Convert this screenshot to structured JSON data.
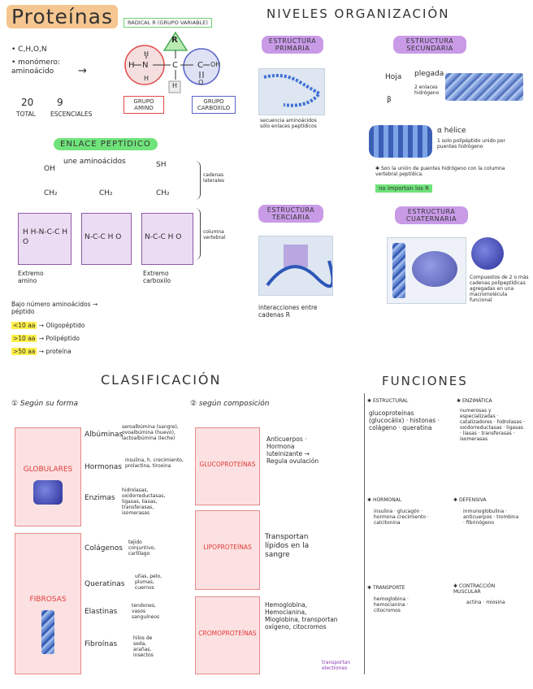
{
  "header": {
    "title": "Proteínas"
  },
  "intro": {
    "elements": "C,H,O,N",
    "monomer_bullet": "monómero: aminoácido",
    "total_number": "20",
    "total_label": "TOTAL",
    "essential_number": "9",
    "essential_label": "ESCENCIALES"
  },
  "aa_diagram": {
    "radical_label": "RADICAL R (GRUPO VARIABLE)",
    "r": "R",
    "h": "H",
    "n": "N",
    "c": "C",
    "o": "O",
    "oh": "OH",
    "amino_label": "GRUPO AMINO",
    "carboxyl_label": "GRUPO CARBOXILO"
  },
  "peptide": {
    "title": "ENLACE PEPTÍDICO",
    "subtitle": "une aminoácidos",
    "oh": "OH",
    "sh": "SH",
    "ch2": "CH₂",
    "side_chains": "cadenas laterales",
    "backbone": "columna vertebral",
    "unit1": "H  H-N-C-C  H  O",
    "unit2": "N-C-C  H  O",
    "unit3": "N-C-C  H  O",
    "amino_end": "Extremo amino",
    "carboxyl_end": "Extremo carboxilo",
    "rule0": "Bajo número aminoácidos → péptido",
    "rule1_tag": "<10 aa",
    "rule1": "→ Oligopéptido",
    "rule2_tag": ">10 aa",
    "rule2": "→ Polipéptido",
    "rule3_tag": ">50 aa",
    "rule3": "→ proteína"
  },
  "levels": {
    "title": "NIVELES ORGANIZACIÓN",
    "primary": {
      "label": "ESTRUCTURA PRIMARIA",
      "desc": "secuencia aminoácidos sólo enlaces peptídicos"
    },
    "secondary": {
      "label": "ESTRUCTURA SECUNDARIA",
      "hoja": "Hoja",
      "plegada": "plegada",
      "beta": "β",
      "enlaces": "2 enlaces hidrógeno",
      "alpha": "α hélice",
      "alpha_desc": "1 solo polipéptido unido por puentes hidrógeno",
      "note": "Son la unión de puentes hidrógeno con la columna vertebral peptídica.",
      "highlight": "no importan los R"
    },
    "tertiary": {
      "label": "ESTRUCTURA TERCIARIA",
      "desc": "interacciones entre cadenas R"
    },
    "quaternary": {
      "label": "ESTRUCTURA CUATERNARIA",
      "desc": "Compuestos de 2 o más cadenas polipeptídicas agregadas en una macromolécula funcional"
    }
  },
  "classification": {
    "title": "CLASIFICACIÓN",
    "by_shape": "① Según su forma",
    "by_composition": "② según composición",
    "globular": {
      "label": "GLOBULARES",
      "items": [
        {
          "name": "Albúminas",
          "desc": "seroalbúmina (sangre), ovoalbúmina (huevo), lactoalbúmina (leche)"
        },
        {
          "name": "Hormonas",
          "desc": "insulina, h. crecimiento, prolactina, tiroxina"
        },
        {
          "name": "Enzimas",
          "desc": "hidrolasas, oxidorreductasas, ligasas, liasas, transferasas, isomerasas"
        }
      ]
    },
    "fibrous": {
      "label": "FIBROSAS",
      "items": [
        {
          "name": "Colágenos",
          "desc": "tejido conjuntivo, cartílago"
        },
        {
          "name": "Queratinas",
          "desc": "uñas, pelo, plumas, cuernos"
        },
        {
          "name": "Elastinas",
          "desc": "tendones, vasos sanguíneos"
        },
        {
          "name": "Fibroínas",
          "desc": "hilos de seda, arañas, insectos"
        }
      ]
    },
    "glyco": {
      "label": "GLUCOPROTEÍNAS",
      "desc": "Anticuerpos · Hormona luteinizante → Regula ovulación"
    },
    "lipo": {
      "label": "LIPOPROTEÍNAS",
      "desc": "Transportan lípidos en la sangre"
    },
    "chromo": {
      "label": "CROMOPROTEÍNAS",
      "desc": "Hemoglobina, Hemocianina, Mioglobina, transportan oxígeno, citocromos",
      "note": "transportan electrones"
    }
  },
  "functions": {
    "title": "FUNCIONES",
    "structural": {
      "label": "ESTRUCTURAL",
      "items": "glucoproteínas (glucocálix) · histonas · colágeno · queratina"
    },
    "enzymatic": {
      "label": "ENZIMÁTICA",
      "items": "numerosas y especializadas · catalizadores · hidrolasas · oxidorreductasas · ligasas · liasas · transferasas · isomerasas"
    },
    "hormonal": {
      "label": "HORMONAL",
      "items": "insulina · glucagón · hormona crecimiento · calcitonina"
    },
    "defense": {
      "label": "DEFENSIVA",
      "items": "inmunoglobulina · anticuerpos · trombina · fibrinógeno"
    },
    "transport": {
      "label": "TRANSPORTE",
      "items": "hemoglobina · hemocianina · citocromos"
    },
    "contraction": {
      "label": "CONTRACCIÓN MUSCULAR",
      "items": "actina · miosina"
    }
  }
}
